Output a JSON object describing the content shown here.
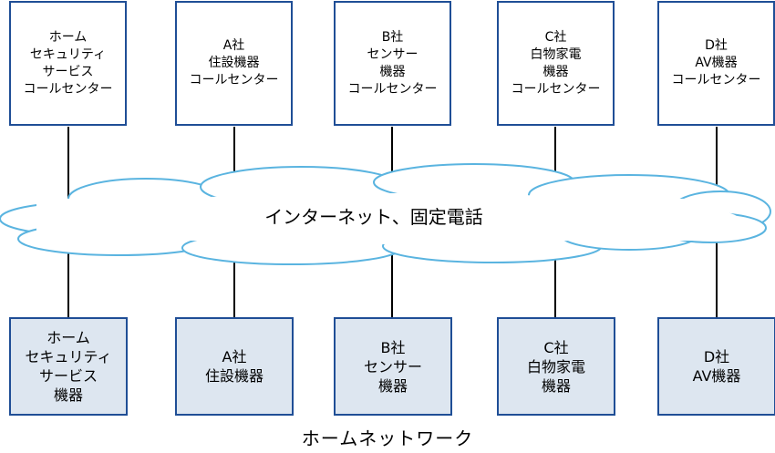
{
  "call_centers": [
    {
      "label": "ホーム\nセキュリティ\nサービス\nコールセンター"
    },
    {
      "label": "A社\n住設機器\nコールセンター"
    },
    {
      "label": "B社\nセンサー\n機器\nコールセンター"
    },
    {
      "label": "C社\n白物家電\n機器\nコールセンター"
    },
    {
      "label": "D社\nAV機器\nコールセンター"
    }
  ],
  "network": {
    "label": "インターネット、固定電話"
  },
  "devices": [
    {
      "label": "ホーム\nセキュリティ\nサービス\n機器"
    },
    {
      "label": "A社\n住設機器"
    },
    {
      "label": "B社\nセンサー\n機器"
    },
    {
      "label": "C社\n白物家電\n機器"
    },
    {
      "label": "D社\nAV機器"
    }
  ],
  "home_network": {
    "label": "ホームネットワーク"
  },
  "colors": {
    "box_border": "#1f4e96",
    "device_fill": "#dde6f0",
    "cloud_fill": "#ffffff",
    "cloud_stroke": "#5ab4e0"
  }
}
